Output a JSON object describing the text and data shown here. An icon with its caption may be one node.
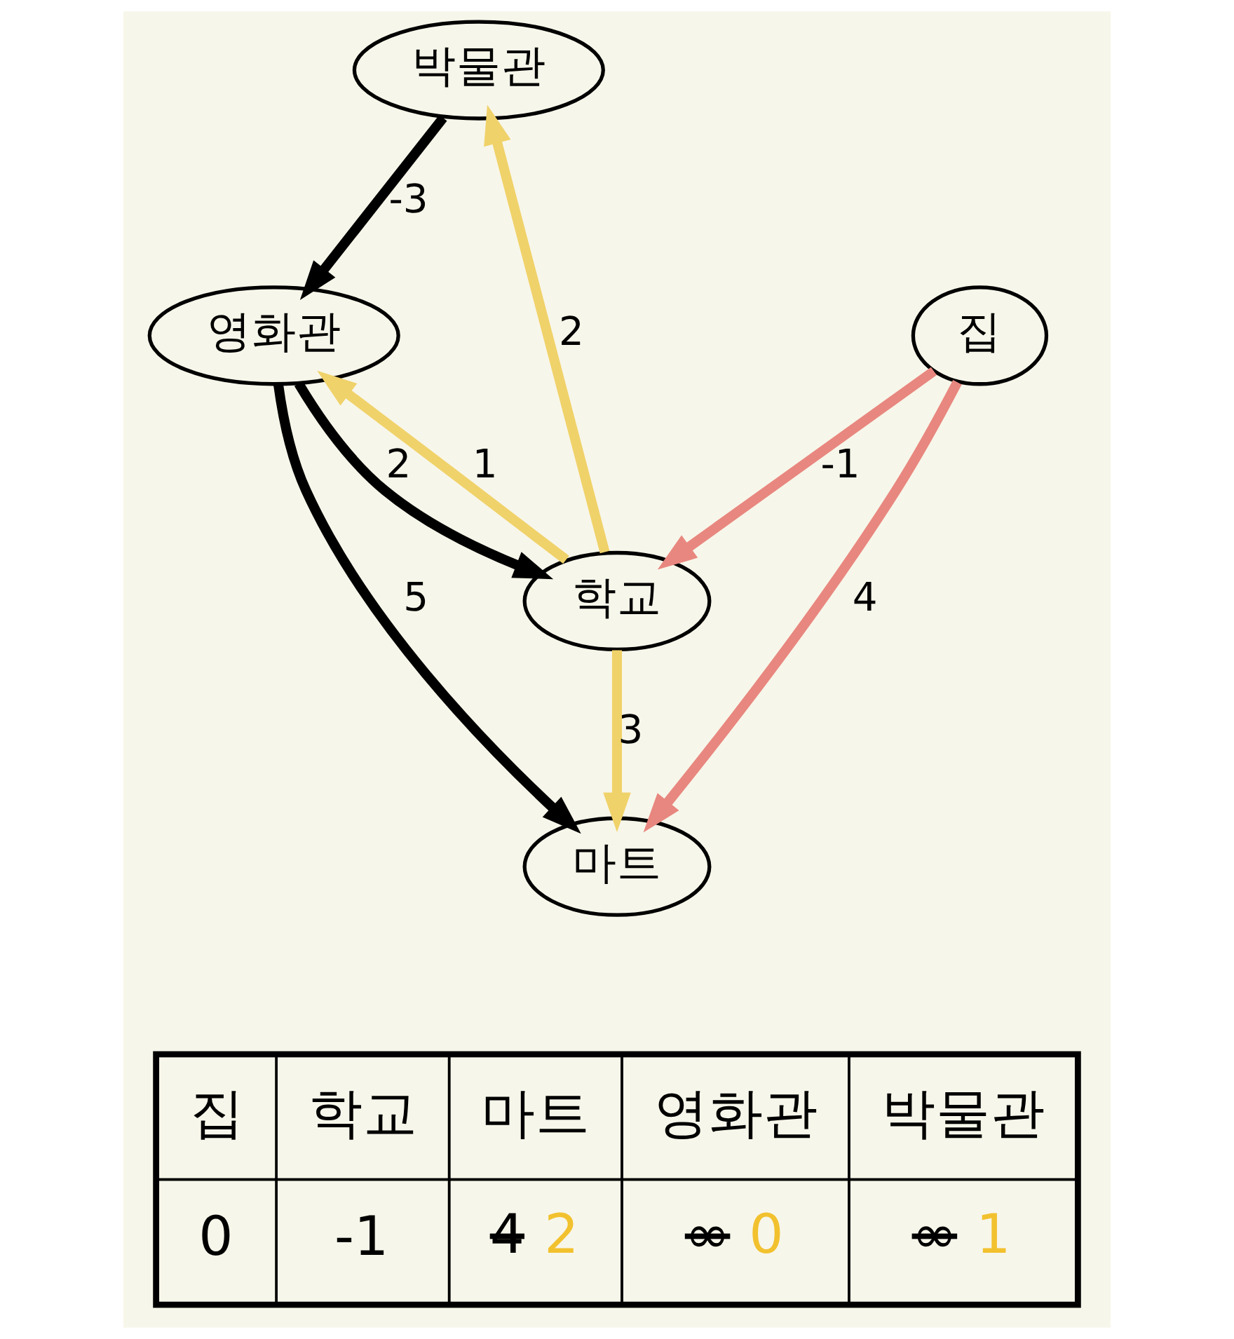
{
  "diagram": {
    "nodes": [
      {
        "text": [
          "박물관"
        ]
      },
      {
        "text": [
          "학교"
        ]
      },
      {
        "text": [
          "영화관"
        ]
      },
      {
        "text": [
          "집"
        ]
      },
      {
        "text": [
          "마트"
        ]
      }
    ],
    "edges": [
      {
        "from": 3,
        "to": 1,
        "arrow": "to",
        "label": "-1",
        "color": "#e8877f"
      },
      {
        "from": 3,
        "to": 4,
        "arrow": "to",
        "label": "4",
        "color": "#e8877f"
      },
      {
        "from": 1,
        "to": 0,
        "arrow": "to",
        "label": "2",
        "color": "#f0d26a"
      },
      {
        "from": 0,
        "to": 2,
        "arrow": "to",
        "label": "-3",
        "color": "#000000"
      },
      {
        "from": 2,
        "to": 1,
        "arrow": "to",
        "label": "2",
        "color": "#000000"
      },
      {
        "from": 1,
        "to": 2,
        "arrow": "to",
        "label": "1",
        "color": "#f0d26a"
      },
      {
        "from": 1,
        "to": 4,
        "arrow": "to",
        "label": "3",
        "color": "#f0d26a"
      },
      {
        "from": 2,
        "to": 4,
        "arrow": "to",
        "label": "5",
        "color": "#000000"
      }
    ],
    "labels": [
      "집",
      "학교",
      "마트",
      "영화관",
      "박물관",
      "0",
      "-1",
      "4",
      "2",
      "∞",
      "0",
      "∞",
      "1"
    ]
  }
}
